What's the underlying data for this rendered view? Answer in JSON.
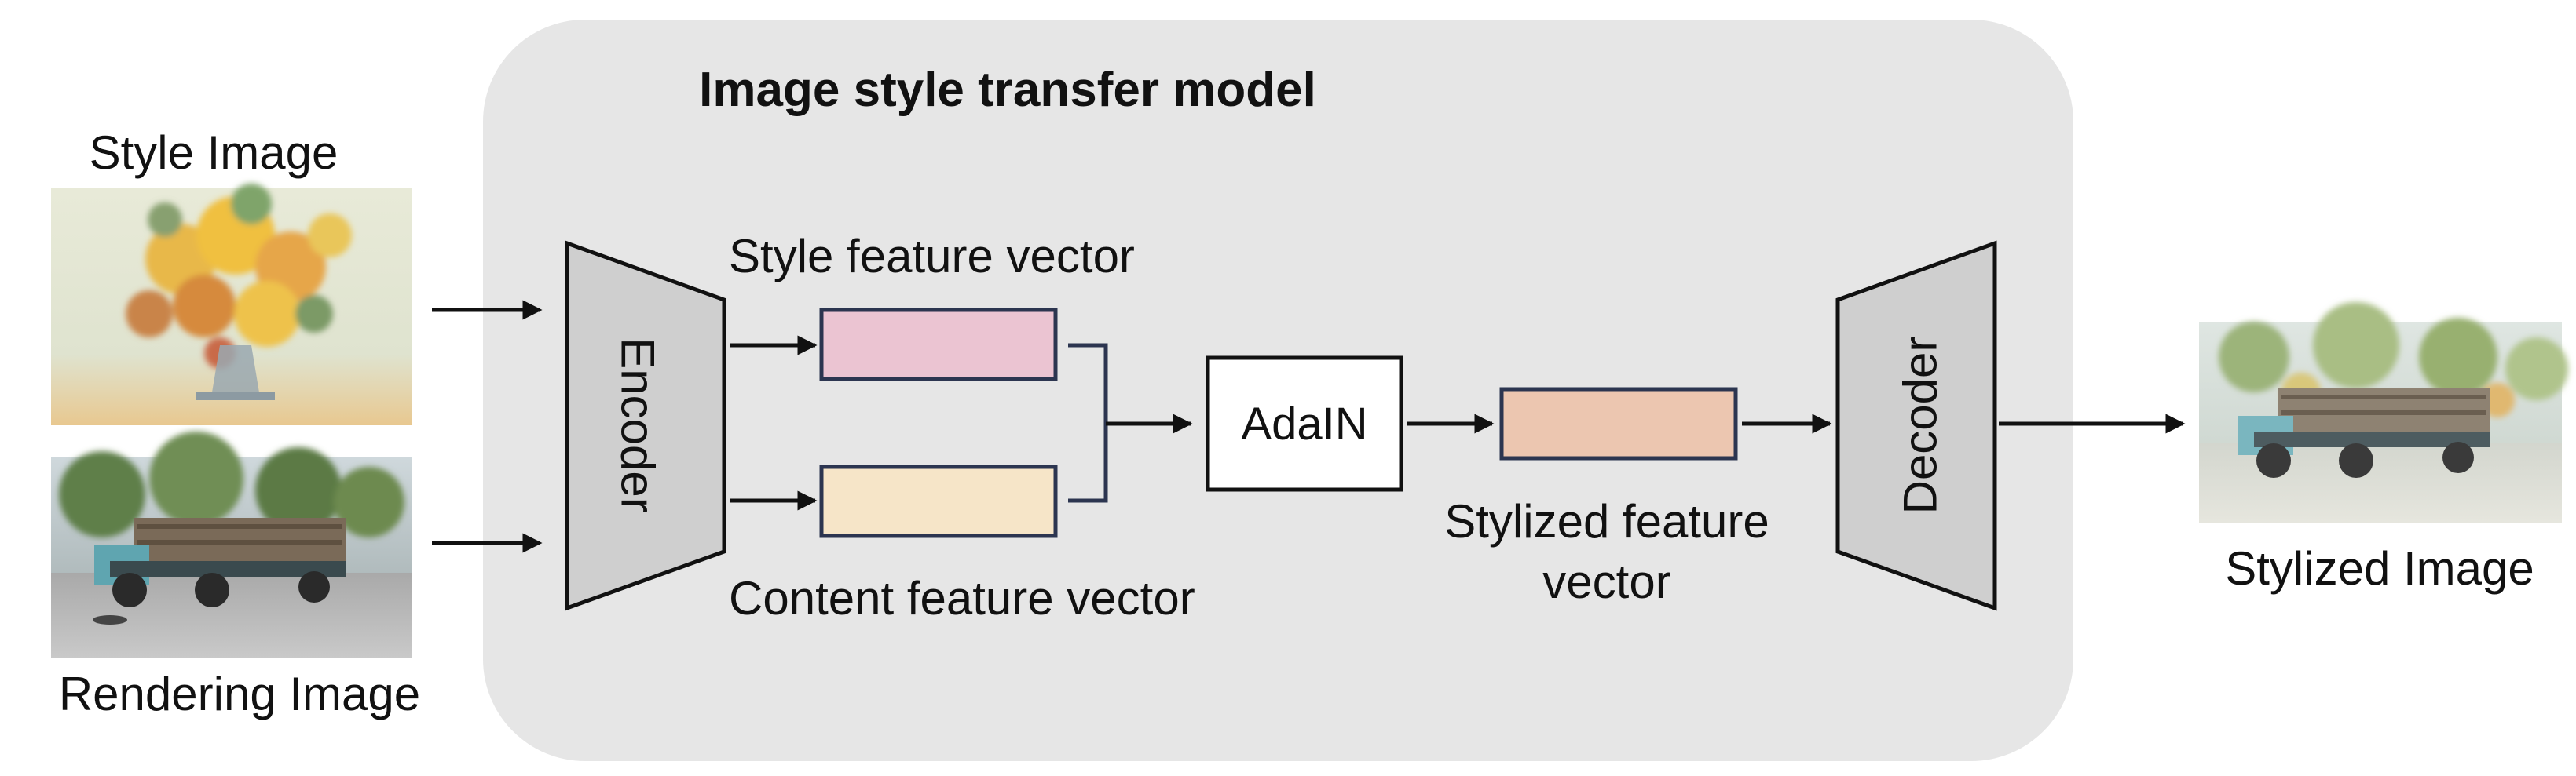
{
  "diagram": {
    "title": "Image style transfer model",
    "inputs": {
      "style_image_label": "Style Image",
      "rendering_image_label": "Rendering Image"
    },
    "encoder_label": "Encoder",
    "decoder_label": "Decoder",
    "style_feature_label": "Style feature vector",
    "content_feature_label": "Content feature vector",
    "adain_label": "AdaIN",
    "stylized_feature_label_line1": "Stylized feature",
    "stylized_feature_label_line2": "vector",
    "output_label": "Stylized Image"
  },
  "colors": {
    "panel_bg": "#e6e6e6",
    "trapezoid_fill": "#cfcfcf",
    "style_vector": "#ebc4d2",
    "content_vector": "#f6e5c8",
    "stylized_vector": "#ecc6b0",
    "box_border": "#2c3550",
    "arrow": "#111111"
  }
}
